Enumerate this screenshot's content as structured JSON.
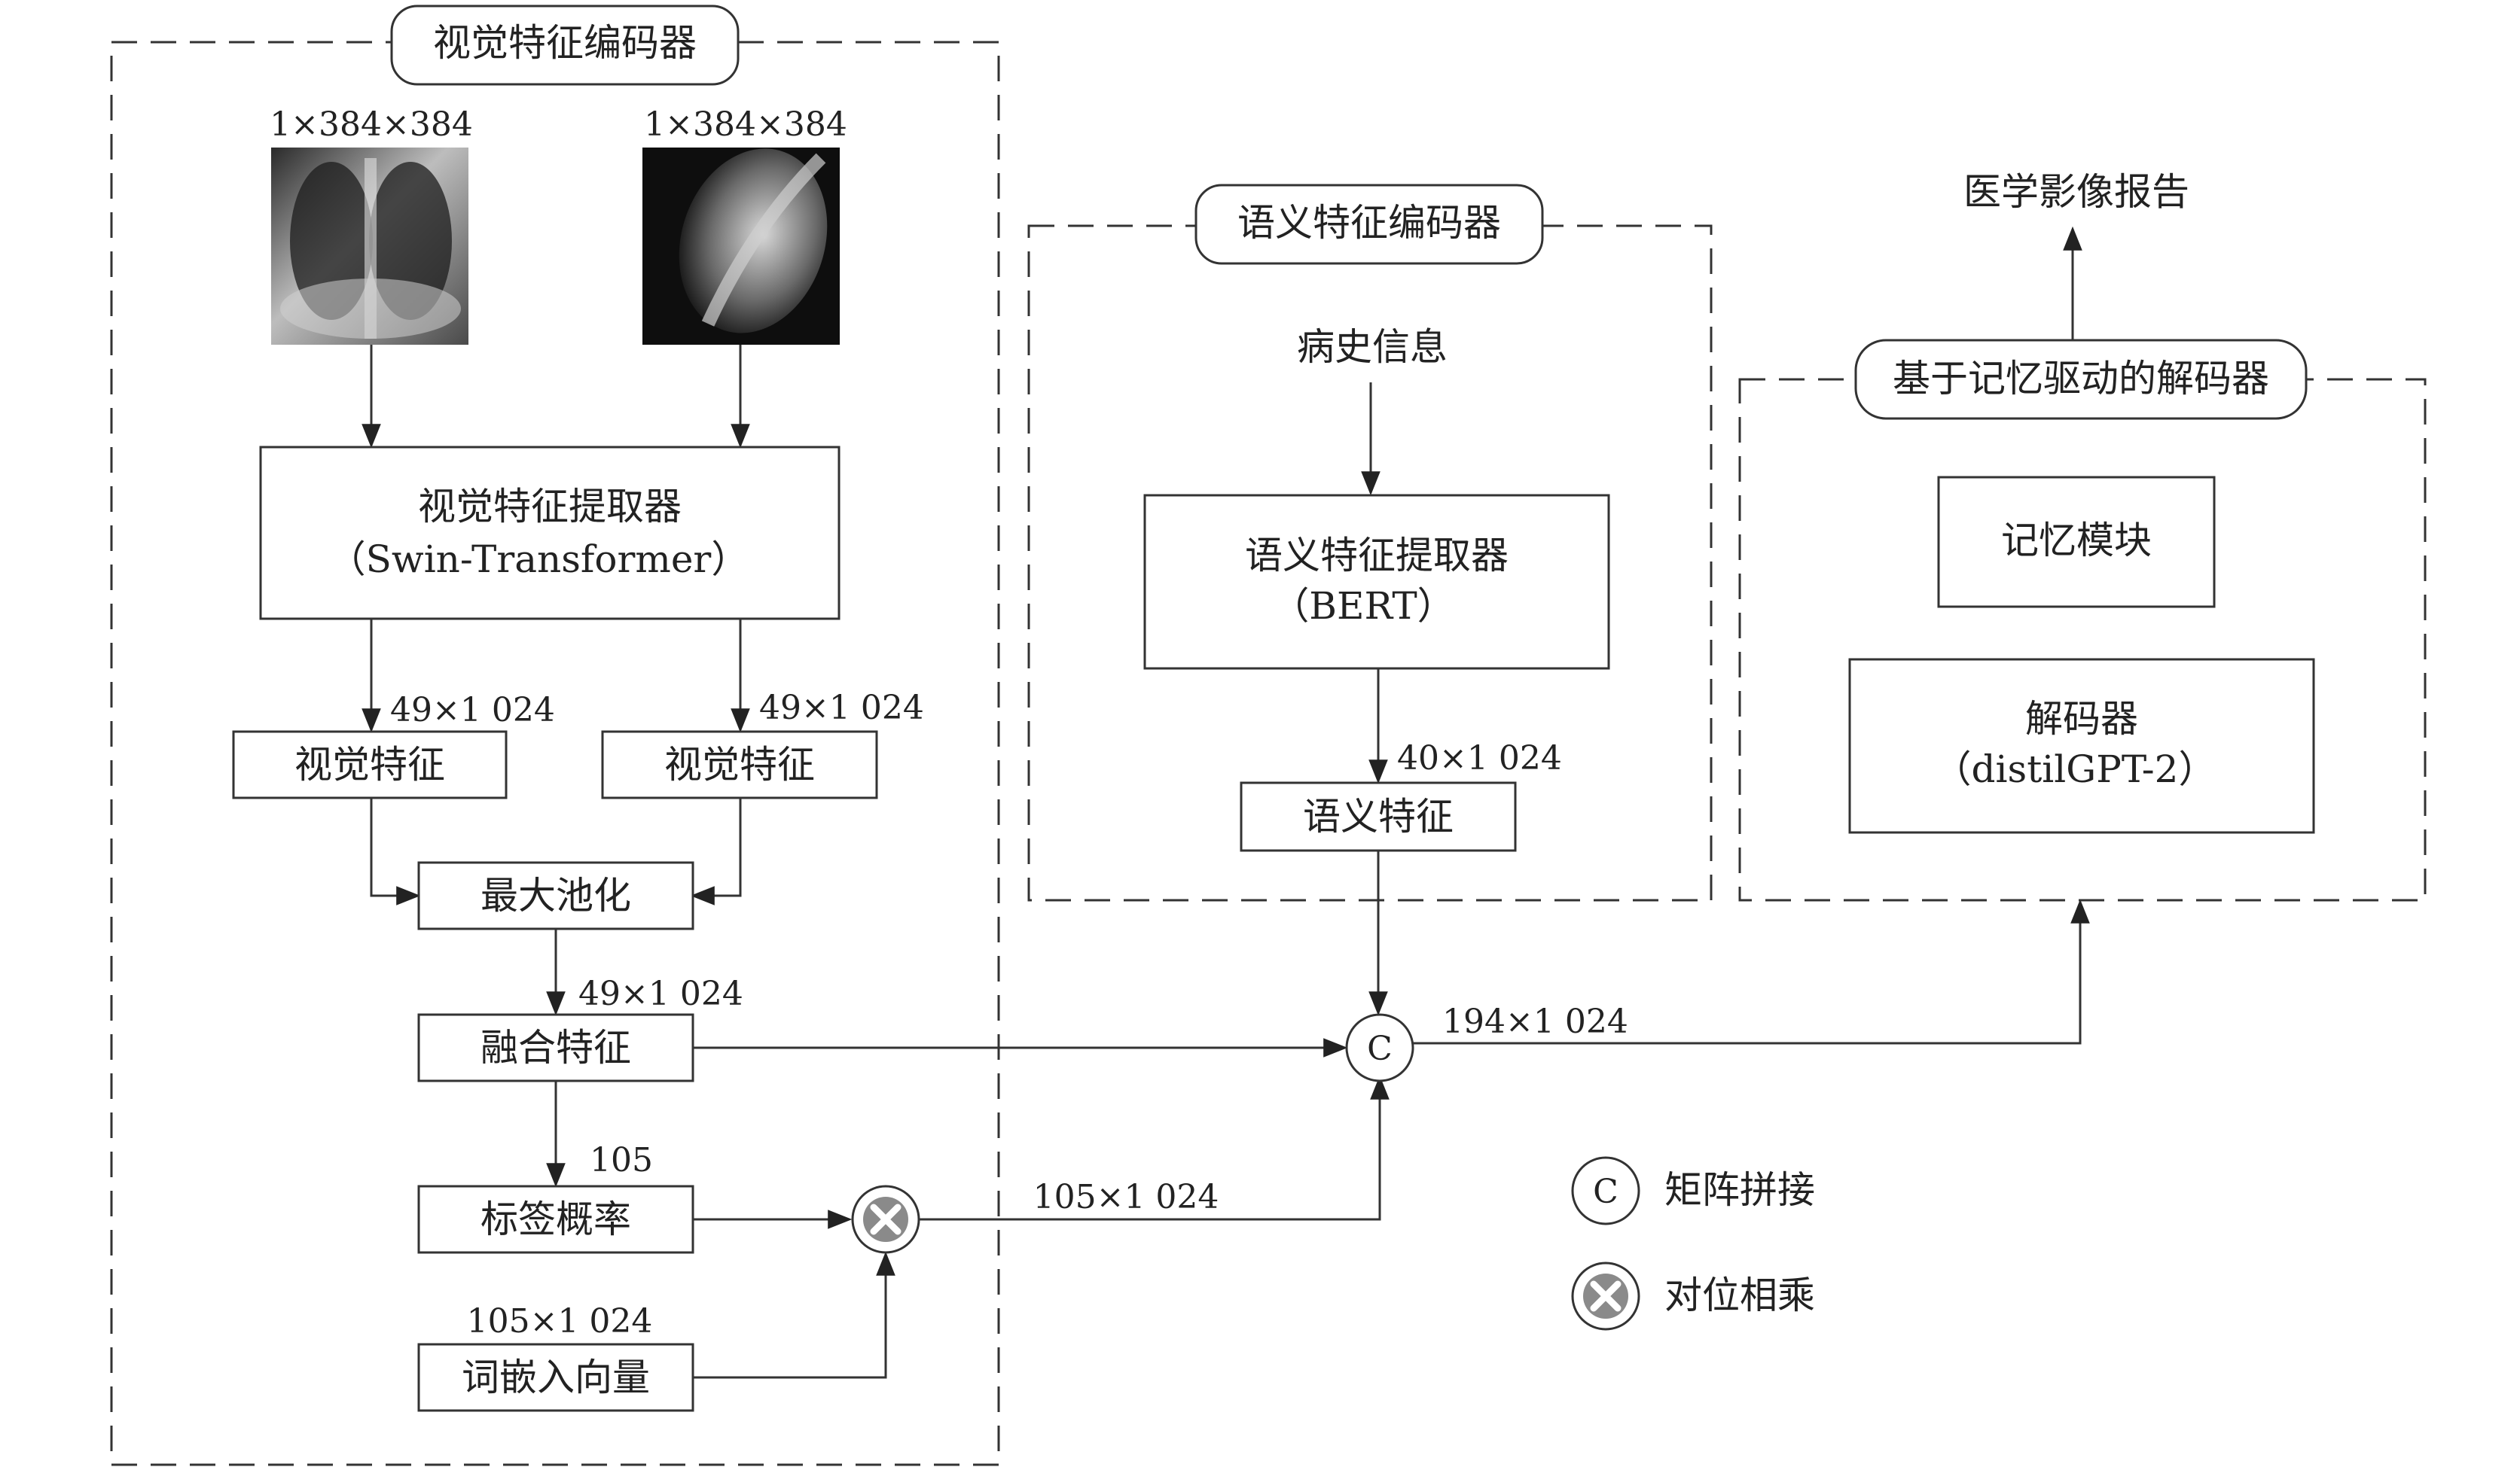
{
  "groups": {
    "visual_encoder": "视觉特征编码器",
    "semantic_encoder": "语义特征编码器",
    "decoder": "基于记忆驱动的解码器"
  },
  "inputs": {
    "frontal_xray_dim": "1×384×384",
    "lateral_xray_dim": "1×384×384",
    "history": "病史信息"
  },
  "nodes": {
    "visual_extractor_line1": "视觉特征提取器",
    "visual_extractor_line2": "（Swin-Transformer）",
    "visual_feature_1": "视觉特征",
    "visual_feature_2": "视觉特征",
    "max_pool": "最大池化",
    "fused_feature": "融合特征",
    "label_prob": "标签概率",
    "word_embedding": "词嵌入向量",
    "semantic_extractor_line1": "语义特征提取器",
    "semantic_extractor_line2": "（BERT）",
    "semantic_feature": "语义特征",
    "memory_module": "记忆模块",
    "decoder_line1": "解码器",
    "decoder_line2": "（distilGPT-2）",
    "output": "医学影像报告"
  },
  "dims": {
    "vf1": "49×1 024",
    "vf2": "49×1 024",
    "fused": "49×1 024",
    "label": "105",
    "embed": "105×1 024",
    "product": "105×1 024",
    "semantic": "40×1 024",
    "concat": "194×1 024"
  },
  "legend": {
    "concat_symbol": "C",
    "concat_label": "矩阵拼接",
    "multiply_label": "对位相乘"
  },
  "concat_symbol": "C"
}
